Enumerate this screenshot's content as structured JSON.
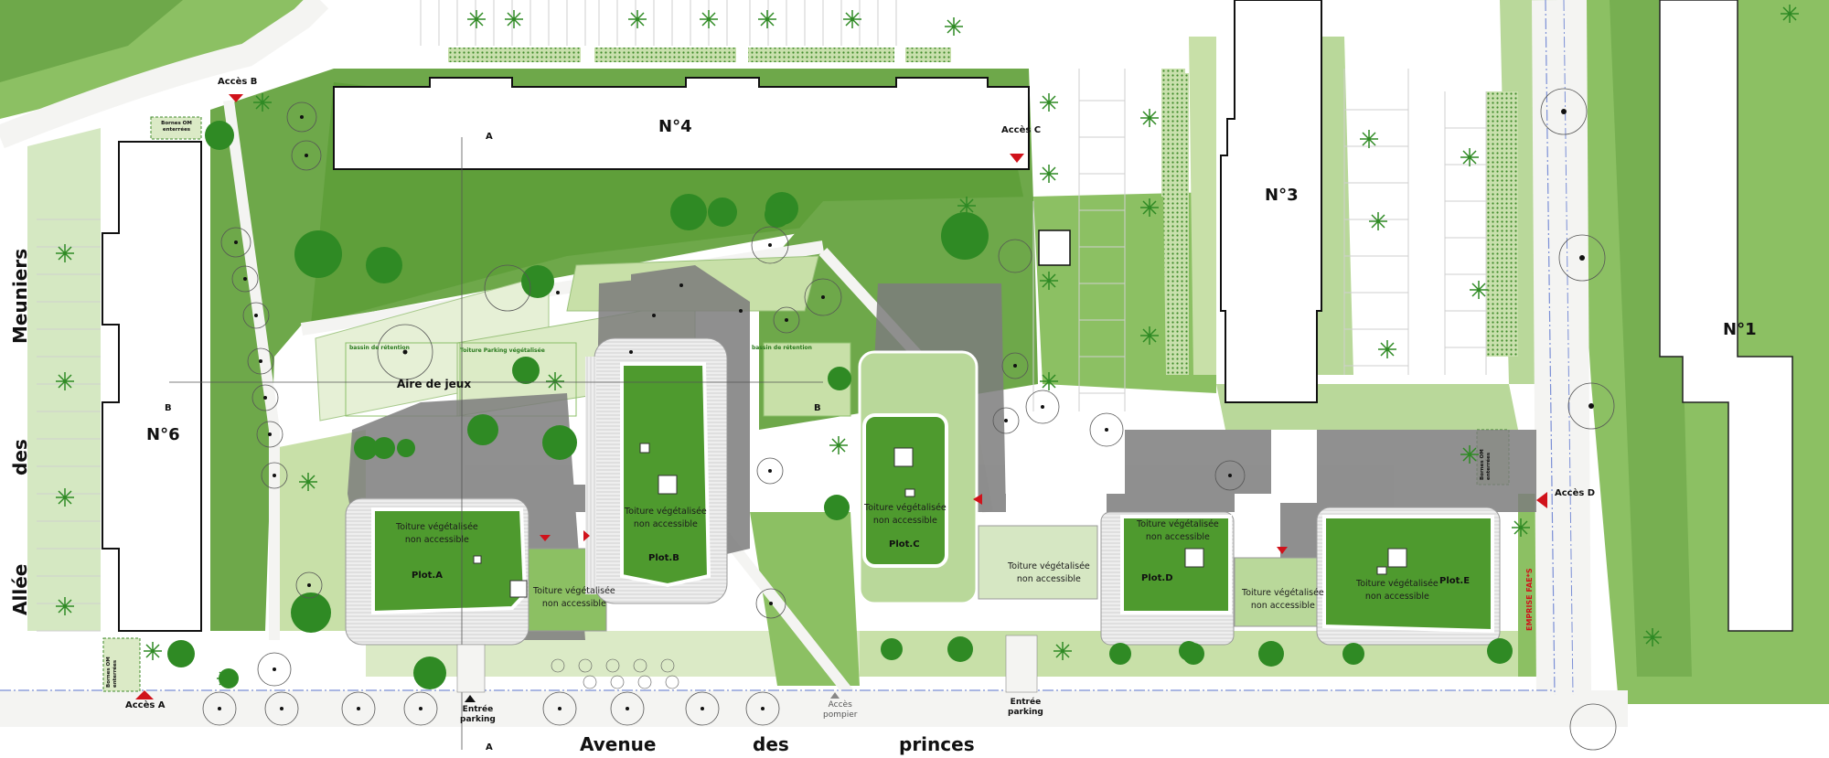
{
  "buildings": {
    "n4": "N°4",
    "n6": "N°6",
    "n3": "N°3",
    "n1": "N°1"
  },
  "accesses": {
    "a": "Accès A",
    "b": "Accès B",
    "c": "Accès C",
    "d": "Accès D",
    "pompier_line1": "Accès",
    "pompier_line2": "pompier"
  },
  "entrances": {
    "parking1_line1": "Entrée",
    "parking1_line2": "parking",
    "parking2_line1": "Entrée",
    "parking2_line2": "parking"
  },
  "section_marks": {
    "a_top": "A",
    "a_bottom": "A",
    "b_left": "B",
    "b_right": "B"
  },
  "areas": {
    "aire_de_jeux": "Aire de jeux",
    "bassin1": "bassin de rétention",
    "bassin2": "bassin de rétention",
    "toiture_parking": "Toiture Parking végétalisée",
    "bornes_top": "Bornes OM enterrées",
    "bornes_bottom": "Bornes OM enterrées",
    "bornes_right": "Bornes OM enterrées",
    "emprise": "EMPRISE FAE*S"
  },
  "roofs": {
    "line1": "Toiture végétalisée",
    "line2": "non accessible"
  },
  "plots": {
    "a": "Plot.A",
    "b": "Plot.B",
    "c": "Plot.C",
    "d": "Plot.D",
    "e": "Plot.E"
  },
  "street_bottom": {
    "word1": "Avenue",
    "word2": "des",
    "word3": "princes"
  },
  "street_left": {
    "word1": "Meuniers",
    "word2": "des",
    "word3": "Allée"
  },
  "colors": {
    "lawn_dark": "#5f9f3a",
    "lawn_mid": "#8cc063",
    "lawn_light": "#c8e0a8",
    "lawn_pale": "#e6f0d6",
    "shadow": "#7c7c7c",
    "roof_green": "#4e9a2e",
    "tree": "#2f8a24",
    "access_red": "#d0121b",
    "road": "#f4f4f2",
    "border": "#222222"
  }
}
